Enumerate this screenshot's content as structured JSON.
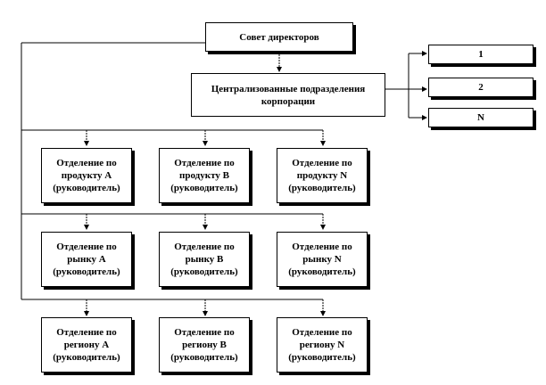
{
  "board": {
    "label": "Совет директоров"
  },
  "central": {
    "label": "Централизованные подразделения\nкорпорации"
  },
  "central_units": [
    {
      "label": "1"
    },
    {
      "label": "2"
    },
    {
      "label": "N"
    }
  ],
  "product_divisions": [
    {
      "label": "Отделение по\nпродукту А\n(руководитель)"
    },
    {
      "label": "Отделение по\nпродукту В\n(руководитель)"
    },
    {
      "label": "Отделение по\nпродукту N\n(руководитель)"
    }
  ],
  "market_divisions": [
    {
      "label": "Отделение по\nрынку А\n(руководитель)"
    },
    {
      "label": "Отделение по\nрынку В\n(руководитель)"
    },
    {
      "label": "Отделение по\nрынку N\n(руководитель)"
    }
  ],
  "region_divisions": [
    {
      "label": "Отделение по\nрегиону А\n(руководитель)"
    },
    {
      "label": "Отделение по\nрегиону В\n(руководитель)"
    },
    {
      "label": "Отделение по\nрегиону N\n(руководитель)"
    }
  ],
  "colors": {
    "line": "#000000",
    "box_border": "#000000",
    "background": "#ffffff"
  }
}
